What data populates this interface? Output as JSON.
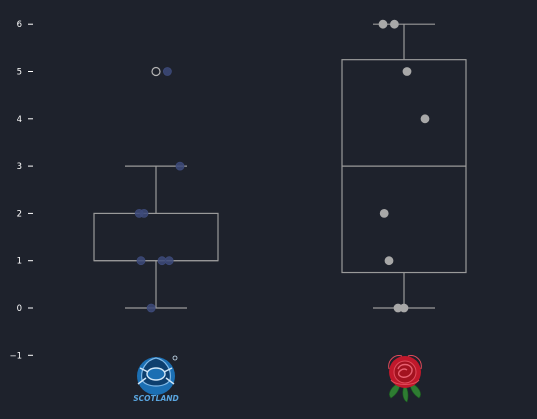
{
  "chart_data": {
    "type": "box",
    "ylim": [
      -1.3,
      6.4
    ],
    "yticks": [
      -1,
      0,
      1,
      2,
      3,
      4,
      5,
      6
    ],
    "ytick_labels": [
      "−1",
      "0",
      "1",
      "2",
      "3",
      "4",
      "5",
      "6"
    ],
    "grid": false,
    "groups": [
      {
        "category": "Scotland",
        "logo_text": "SCOTLAND",
        "box": {
          "whisker_low": 0,
          "q1": 1,
          "median": 1,
          "q3": 2,
          "whisker_high": 3
        },
        "point_color": "#3d4a7a",
        "points": [
          {
            "y": 0,
            "jitter": -0.08
          },
          {
            "y": 1,
            "jitter": -0.25
          },
          {
            "y": 1,
            "jitter": 0.1
          },
          {
            "y": 1,
            "jitter": 0.22
          },
          {
            "y": 2,
            "jitter": -0.28
          },
          {
            "y": 2,
            "jitter": -0.2
          },
          {
            "y": 3,
            "jitter": 0.4
          },
          {
            "y": 5,
            "jitter": 0.19
          }
        ],
        "outliers": [
          {
            "y": 5,
            "jitter": 0.0
          }
        ]
      },
      {
        "category": "England",
        "box": {
          "whisker_low": 0,
          "q1": 0.75,
          "median": 3,
          "q3": 5.25,
          "whisker_high": 6
        },
        "point_color": "#a8a8a8",
        "points": [
          {
            "y": 0,
            "jitter": -0.1
          },
          {
            "y": 0,
            "jitter": 0.0
          },
          {
            "y": 1,
            "jitter": -0.25
          },
          {
            "y": 2,
            "jitter": -0.33
          },
          {
            "y": 4,
            "jitter": 0.35
          },
          {
            "y": 5,
            "jitter": 0.05
          },
          {
            "y": 6,
            "jitter": -0.35
          },
          {
            "y": 6,
            "jitter": -0.16
          }
        ]
      }
    ]
  },
  "colors": {
    "background": "#1e222c",
    "axis_text": "#ffffff",
    "box_line": "#9a9a9a",
    "scotland_blue": "#1b6fb3",
    "england_red": "#c0182b",
    "england_leaf": "#2e7d32"
  }
}
